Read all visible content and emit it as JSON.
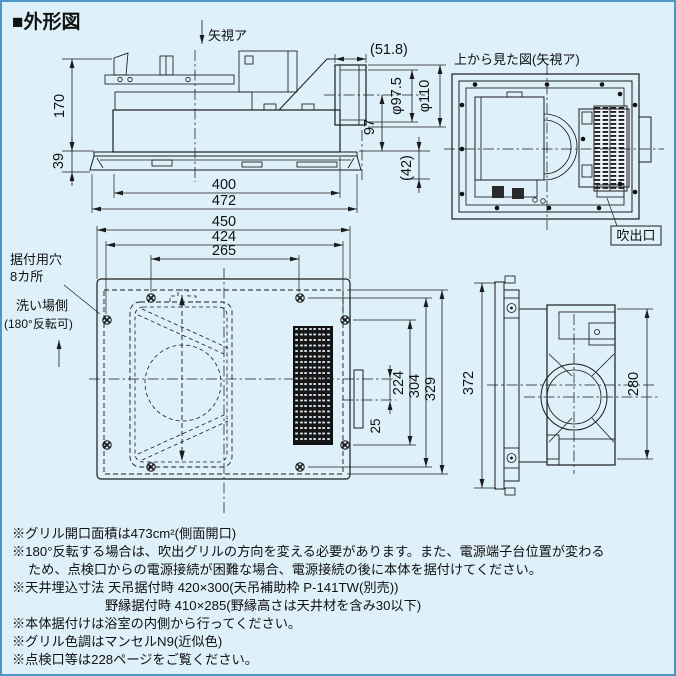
{
  "page": {
    "title": "■外形図"
  },
  "side_view": {
    "view_arrow_label": "矢視ア",
    "dim_height": "170",
    "dim_flange": "39",
    "dim_body_width": "400",
    "dim_overall_width": "472",
    "dim_duct_length": "(51.8)",
    "dim_duct_inner": "φ97.5",
    "dim_duct_outer": "φ110",
    "dim_duct_center": "97",
    "dim_grille_depth": "(42)"
  },
  "top_view": {
    "title": "上から見た図(矢視ア)",
    "outlet_label": "吹出口"
  },
  "bottom_view": {
    "mounting_label_line1": "据付用穴",
    "mounting_label_line2": "8カ所",
    "wash_side_label": "洗い場側",
    "wash_side_note": "(180°反転可)",
    "dim_panel_width": "450",
    "dim_screw_pitch_w": "424",
    "dim_inner_pitch": "265",
    "dim_offset": "25",
    "dim_screw_pitch_h": "224",
    "dim_screw_pitch_h2": "304",
    "dim_body_depth": "329"
  },
  "right_view": {
    "dim_panel_height": "372",
    "dim_body_height": "280"
  },
  "notes": [
    "※グリル開口面積は473cm²(側面開口)",
    "※180°反転する場合は、吹出グリルの方向を変える必要があります。また、電源端子台位置が変わる",
    "ため、点検口からの電源接続が困難な場合、電源接続の後に本体を据付けてください。",
    "※天井埋込寸法 天吊据付時 420×300(天吊補助枠 P-141TW(別売))",
    "野縁据付時 410×285(野縁高さは天井材を含み30以下)",
    "※本体据付けは浴室の内側から行ってください。",
    "※グリル色調はマンセルN9(近似色)",
    "※点検口等は228ページをご覧ください。"
  ]
}
